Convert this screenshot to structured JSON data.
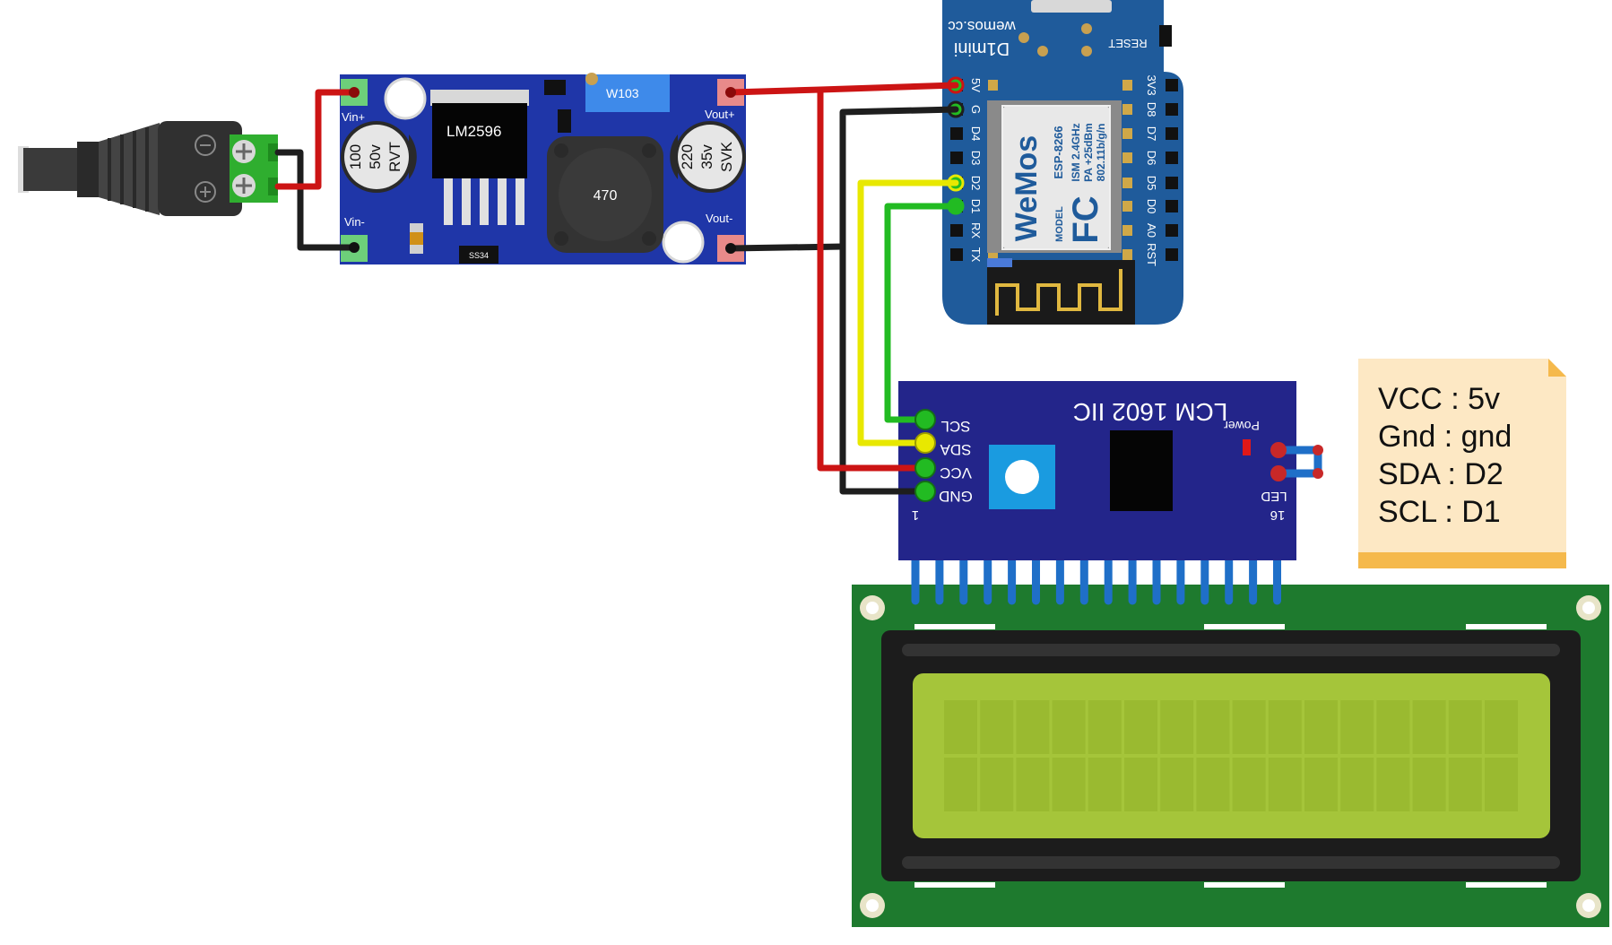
{
  "buck_converter": {
    "chip_label": "LM2596",
    "pot_label": "W103",
    "inductor_label": "470",
    "diode_label": "SS34",
    "vin_plus": "Vin+",
    "vin_minus": "Vin-",
    "vout_plus": "Vout+",
    "vout_minus": "Vout-",
    "cap_in_lines": [
      "100",
      "50v",
      "RVT"
    ],
    "cap_out_lines": [
      "220",
      "35v",
      "SVK"
    ]
  },
  "d1_mini": {
    "brand": "wemos.cc",
    "model": "D1mini",
    "reset_label": "RESET",
    "left_pins": [
      "5V",
      "G",
      "D4",
      "D3",
      "D2",
      "D1",
      "RX",
      "TX"
    ],
    "right_pins": [
      "3V3",
      "D8",
      "D7",
      "D6",
      "D5",
      "D0",
      "A0",
      "RST"
    ],
    "shield_lines": [
      "MODEL",
      "ESP-8266",
      "ISM 2.4GHz",
      "PA +25dBm",
      "802.11b/g/n"
    ],
    "shield_brand": "WeMos",
    "shield_fcc": "FC"
  },
  "i2c_backpack": {
    "title": "LCM 1602 IIC",
    "power_label": "Power",
    "pins": [
      "SCL",
      "SDA",
      "VCC",
      "GND"
    ],
    "led_label": "LED",
    "pin_first": "1",
    "pin_last": "16"
  },
  "note": {
    "lines": [
      "VCC : 5v",
      "Gnd : gnd",
      "SDA : D2",
      "SCL : D1"
    ],
    "color": "#fde8c4",
    "fold_color": "#f5b94c"
  },
  "colors": {
    "wire_red": "#cc1414",
    "wire_black": "#1e1e1e",
    "wire_yellow": "#e8e800",
    "wire_green": "#22bb22",
    "buck_pcb": "#1f36a8",
    "d1_pcb": "#1f5b9b",
    "backpack_pcb": "#23258a",
    "lcd_pcb": "#1e7a2e",
    "lcd_screen": "#a5c53a"
  }
}
